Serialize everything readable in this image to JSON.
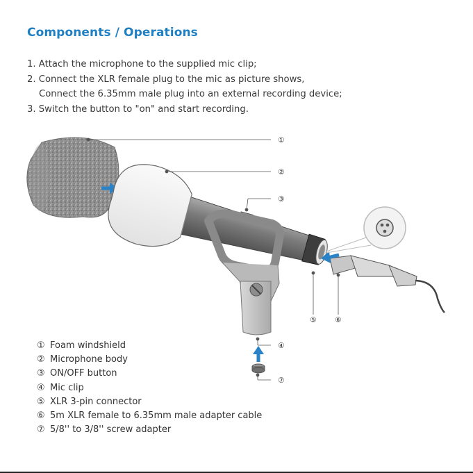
{
  "page": {
    "title": "Components / Operations",
    "steps": [
      "1. Attach the microphone to the supplied mic clip;",
      "2. Connect the XLR female plug to the mic as picture shows,",
      "Connect the 6.35mm male plug into an external recording device;",
      "3. Switch the button to \"on\" and start recording."
    ]
  },
  "callouts": [
    "①",
    "②",
    "③",
    "④",
    "⑤",
    "⑥",
    "⑦"
  ],
  "legend": [
    {
      "num": "①",
      "text": "Foam windshield"
    },
    {
      "num": "②",
      "text": "Microphone body"
    },
    {
      "num": "③",
      "text": "ON/OFF button"
    },
    {
      "num": "④",
      "text": "Mic clip"
    },
    {
      "num": "⑤",
      "text": "XLR 3-pin connector"
    },
    {
      "num": "⑥",
      "text": "5m XLR female to 6.35mm male adapter cable"
    },
    {
      "num": "⑦",
      "text": "5/8'' to 3/8'' screw adapter"
    }
  ],
  "colors": {
    "accent": "#1f7fc3",
    "arrow": "#2a83c6",
    "foam": "#8d8d8d"
  }
}
